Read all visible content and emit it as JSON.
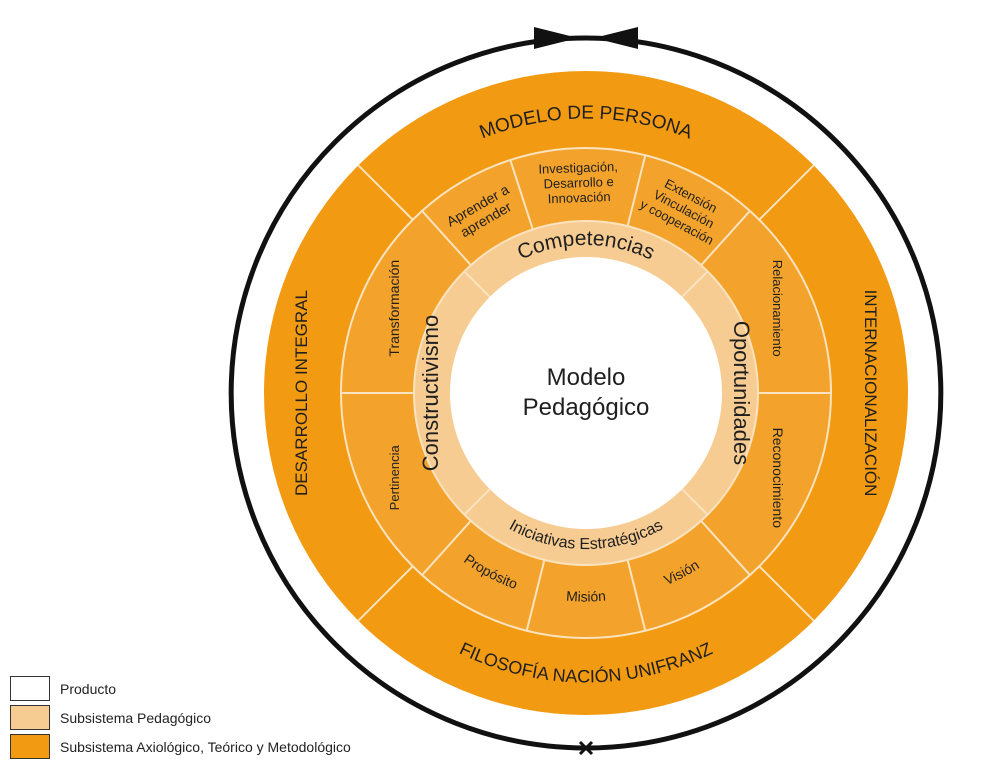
{
  "colors": {
    "outer_ring": "#f19a12",
    "middle_ring": "#f3a32c",
    "inner_ring": "#f7cc92",
    "center": "#ffffff",
    "divider": "#fbe3bf",
    "text": "#1f1f1f",
    "arrow": "#111111"
  },
  "center": {
    "line1": "Modelo",
    "line2": "Pedagógico"
  },
  "inner_ring": {
    "top": "Competencias",
    "left": "Constructivismo",
    "right": "Oportunidades",
    "bottom": "Iniciativas Estratégicas"
  },
  "middle_ring": {
    "top_left": [
      "Aprender a",
      "aprender"
    ],
    "top_center": [
      "Investigación,",
      "Desarrollo e",
      "Innovación"
    ],
    "top_right": [
      "Extensión",
      "Vinculación",
      "y cooperación"
    ],
    "right_upper": "Relacionamiento",
    "right_lower": "Reconocimiento",
    "bottom_right": "Visión",
    "bottom_center": "Misión",
    "bottom_left": "Propósito",
    "left_lower": "Pertinencia",
    "left_upper": "Transformación"
  },
  "outer_ring": {
    "top": "MODELO DE PERSONA",
    "right": "INTERNACIONALIZACIÓN",
    "bottom": "FILOSOFÍA NACIÓN UNIFRANZ",
    "left": "DESARROLLO INTEGRAL"
  },
  "legend": [
    {
      "label": "Producto",
      "color": "#ffffff"
    },
    {
      "label": "Subsistema Pedagógico",
      "color": "#f7cc92"
    },
    {
      "label": "Subsistema  Axiológico, Teórico y Metodológico",
      "color": "#f19a12"
    }
  ]
}
